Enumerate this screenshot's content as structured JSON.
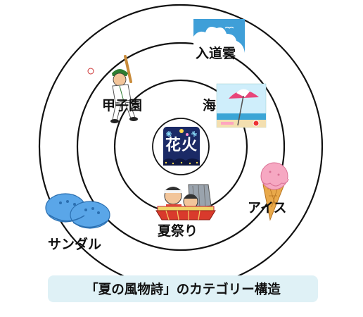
{
  "center": {
    "label": "花火"
  },
  "inner_ring": {
    "items": [
      {
        "label": "夏祭り"
      }
    ]
  },
  "middle_ring": {
    "items": [
      {
        "label": "甲子園"
      },
      {
        "label": "海"
      }
    ]
  },
  "outer_ring": {
    "items": [
      {
        "label": "入道雲"
      },
      {
        "label": "アイス"
      },
      {
        "label": "サンダル"
      }
    ]
  },
  "caption": "「夏の風物詩」のカテゴリー構造",
  "colors": {
    "ring_stroke": "#111111",
    "caption_bg": "#dff1f6",
    "center_bg": "#1b2a66"
  },
  "icons": [
    "fireworks-icon",
    "festival-float-icon",
    "baseball-player-icon",
    "beach-umbrella-icon",
    "cumulus-cloud-icon",
    "ice-cream-icon",
    "sandals-icon"
  ]
}
